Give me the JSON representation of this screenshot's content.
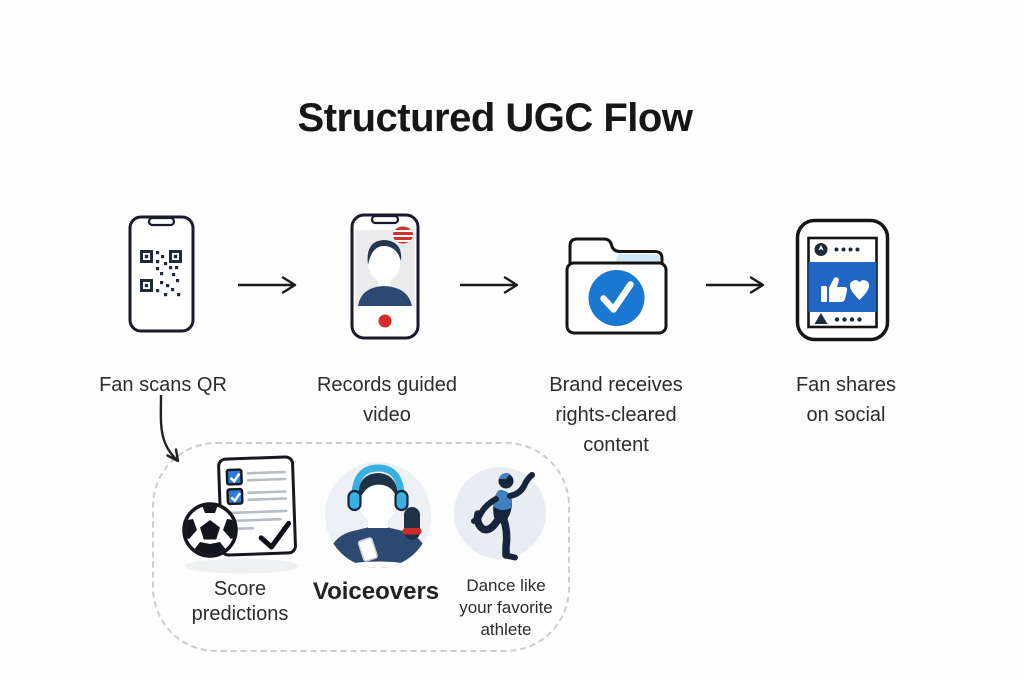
{
  "title": "Structured UGC Flow",
  "steps": [
    {
      "label": "Fan scans QR",
      "icon": "qr-phone-icon"
    },
    {
      "label": "Records guided video",
      "icon": "video-record-phone-icon"
    },
    {
      "label": "Brand receives rights-cleared content",
      "icon": "folder-check-icon"
    },
    {
      "label": "Fan shares on social",
      "icon": "social-post-phone-icon"
    }
  ],
  "ugc_options": {
    "items": [
      {
        "label": "Score predictions",
        "icon": "score-predictions-checklist-icon"
      },
      {
        "label": "Voiceovers",
        "icon": "voiceover-headphones-mic-icon"
      },
      {
        "label": "Dance like your favorite athlete",
        "icon": "dancing-athlete-icon"
      }
    ]
  },
  "colors": {
    "background": "#fdfdfd",
    "dark_outline": "#1a1a2e",
    "check_blue": "#1b78d2",
    "social_blue": "#2166c4",
    "navy_shirt": "#2c4a71",
    "headphone_blue": "#38b0e2",
    "record_red": "#d62b2b",
    "dashed_border": "#cdcdcd",
    "text": "#2d2d2d"
  }
}
